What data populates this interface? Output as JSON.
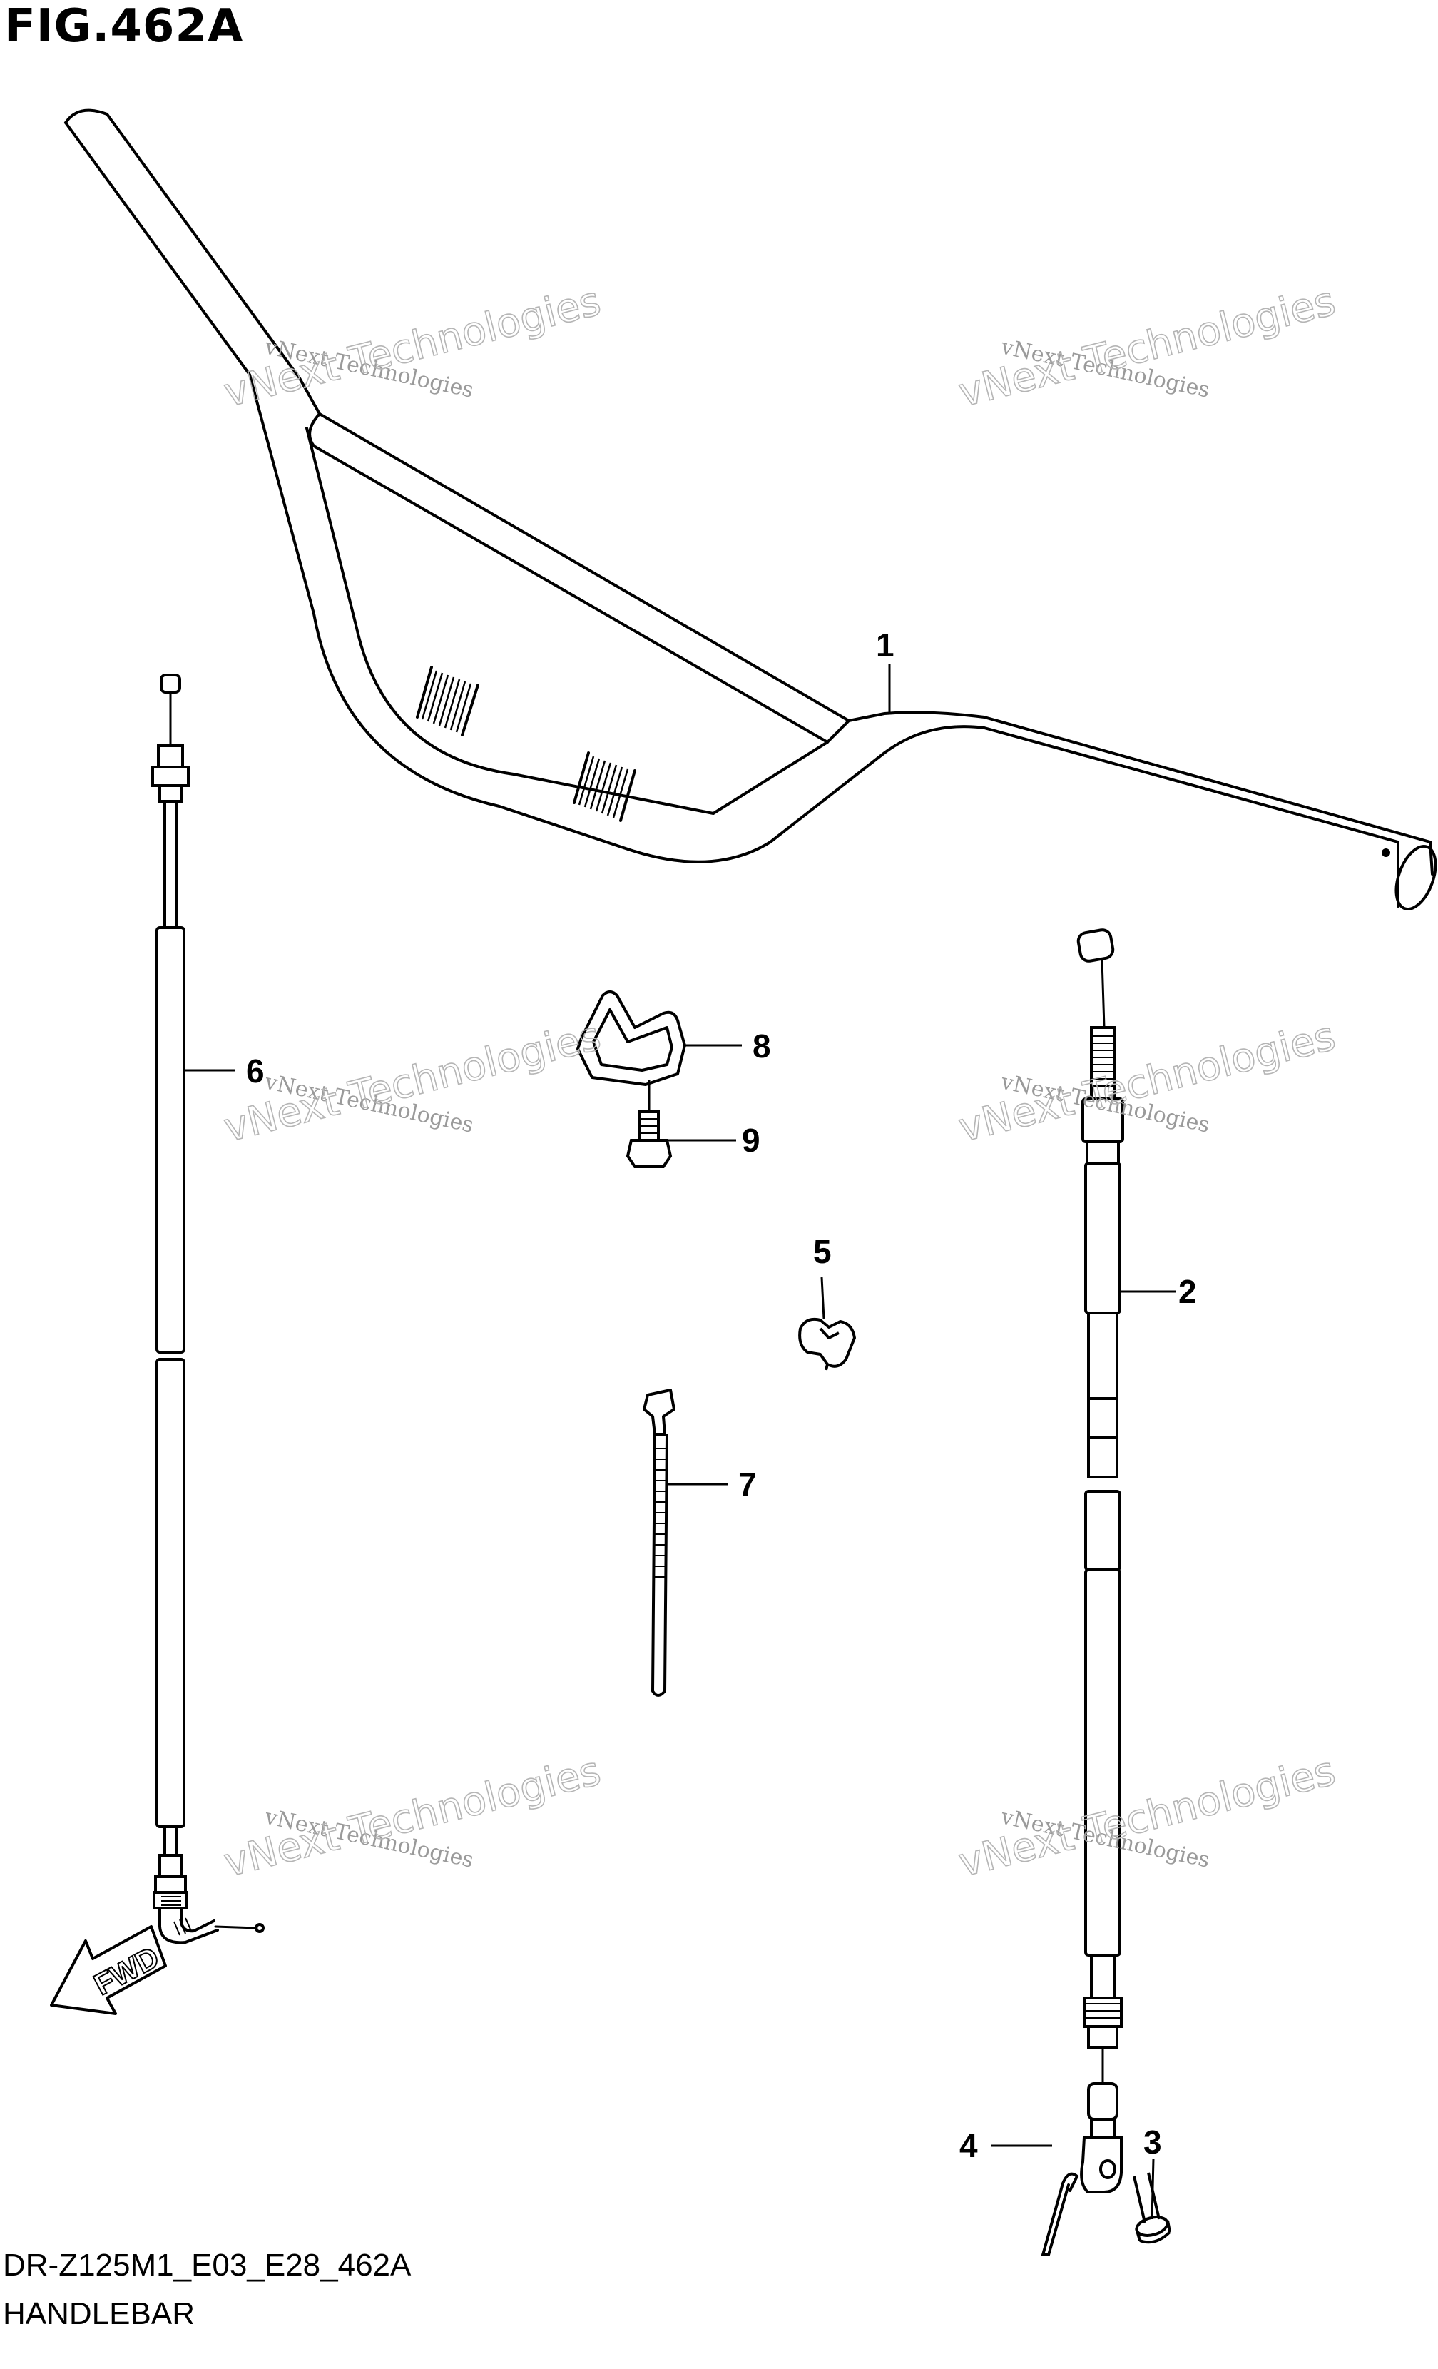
{
  "figure_title": "FIG.462A",
  "footer": {
    "code": "DR-Z125M1_E03_E28_462A",
    "name": "HANDLEBAR"
  },
  "fwd_label": "FWD",
  "watermark": {
    "line1": "vNext Technologies",
    "line2": "vNext Technologies"
  },
  "callouts": [
    "1",
    "2",
    "3",
    "4",
    "5",
    "6",
    "7",
    "8",
    "9"
  ]
}
